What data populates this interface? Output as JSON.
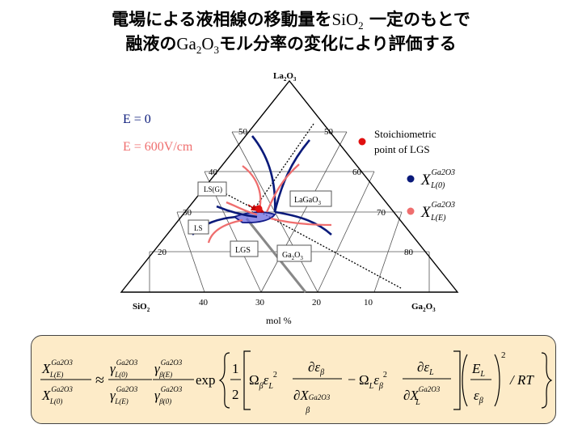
{
  "title": {
    "line1_a": "電場による液相線の移動量を",
    "line1_sio": "SiO",
    "line1_sio_sub": "2",
    "line1_b": " 一定のもとで",
    "line2_a": "融液の",
    "line2_ga": "Ga",
    "line2_ga_sub": "2",
    "line2_o": "O",
    "line2_o_sub": "3",
    "line2_b": "モル分率の変化により評価する"
  },
  "diagram": {
    "apex_top": {
      "base": "La",
      "s1": "2",
      "mid": "O",
      "s2": "3"
    },
    "apex_left": {
      "base": "SiO",
      "s1": "2"
    },
    "apex_right": {
      "base": "Ga",
      "s1": "2",
      "mid": "O",
      "s2": "3"
    },
    "left_ticks": [
      "50",
      "40",
      "30",
      "20"
    ],
    "right_ticks": [
      "50",
      "60",
      "70",
      "80"
    ],
    "bottom_ticks": [
      "40",
      "30",
      "20",
      "10"
    ],
    "axis_unit": "mol %",
    "phase_labels": {
      "ls_g": "LS(G)",
      "ls": "LS",
      "lgs": "LGS",
      "lagao3": {
        "base": "LaGaO",
        "s1": "3"
      },
      "ga2o3": {
        "base": "Ga",
        "s1": "2",
        "mid": "O",
        "s2": "3"
      }
    }
  },
  "legend": {
    "e0": "E = 0",
    "e600": "E = 600V/cm",
    "stoich_line1": "Stoichiometric",
    "stoich_line2": "point of LGS",
    "x_symbol": "X",
    "x_sup": "Ga2O3",
    "x_sub_e0": "L(0)",
    "x_sub_e": "L(E)"
  },
  "colors": {
    "e0_series": "#0a1a7a",
    "e600_series": "#ef6e6e",
    "stoich_point": "#e01010",
    "highlight": "#6a6adf",
    "equation_bg": "#fdebc8"
  },
  "equation": {
    "lhs_num": {
      "sym": "X",
      "sup": "Ga2O3",
      "sub": "L(E)"
    },
    "lhs_den": {
      "sym": "X",
      "sup": "Ga2O3",
      "sub": "L(0)"
    },
    "approx": "≈",
    "g1_num": {
      "sym": "γ",
      "sup": "Ga2O3",
      "sub": "L(0)"
    },
    "g1_den": {
      "sym": "γ",
      "sup": "Ga2O3",
      "sub": "L(E)"
    },
    "g2_num": {
      "sym": "γ",
      "sup": "Ga2O3",
      "sub": "β(E)"
    },
    "g2_den": {
      "sym": "γ",
      "sup": "Ga2O3",
      "sub": "β(0)"
    },
    "exp": "exp",
    "half_num": "1",
    "half_den": "2",
    "omega": "Ω",
    "beta": "β",
    "eps": "ε",
    "L": "L",
    "sq": "2",
    "d_eps": "∂ε",
    "d_X": "∂X",
    "minus": "−",
    "E_sym": "E",
    "rt": "/ RT"
  }
}
